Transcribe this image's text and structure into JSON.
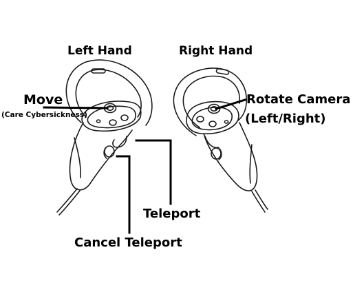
{
  "labels": {
    "left_hand": "Left Hand",
    "right_hand": "Right Hand",
    "move": "Move",
    "move_note": "(Care Cybersickness)",
    "rotate_camera": "Rotate Camera",
    "rotate_direction": "(Left/Right)",
    "teleport": "Teleport",
    "cancel_teleport": "Cancel Teleport"
  }
}
